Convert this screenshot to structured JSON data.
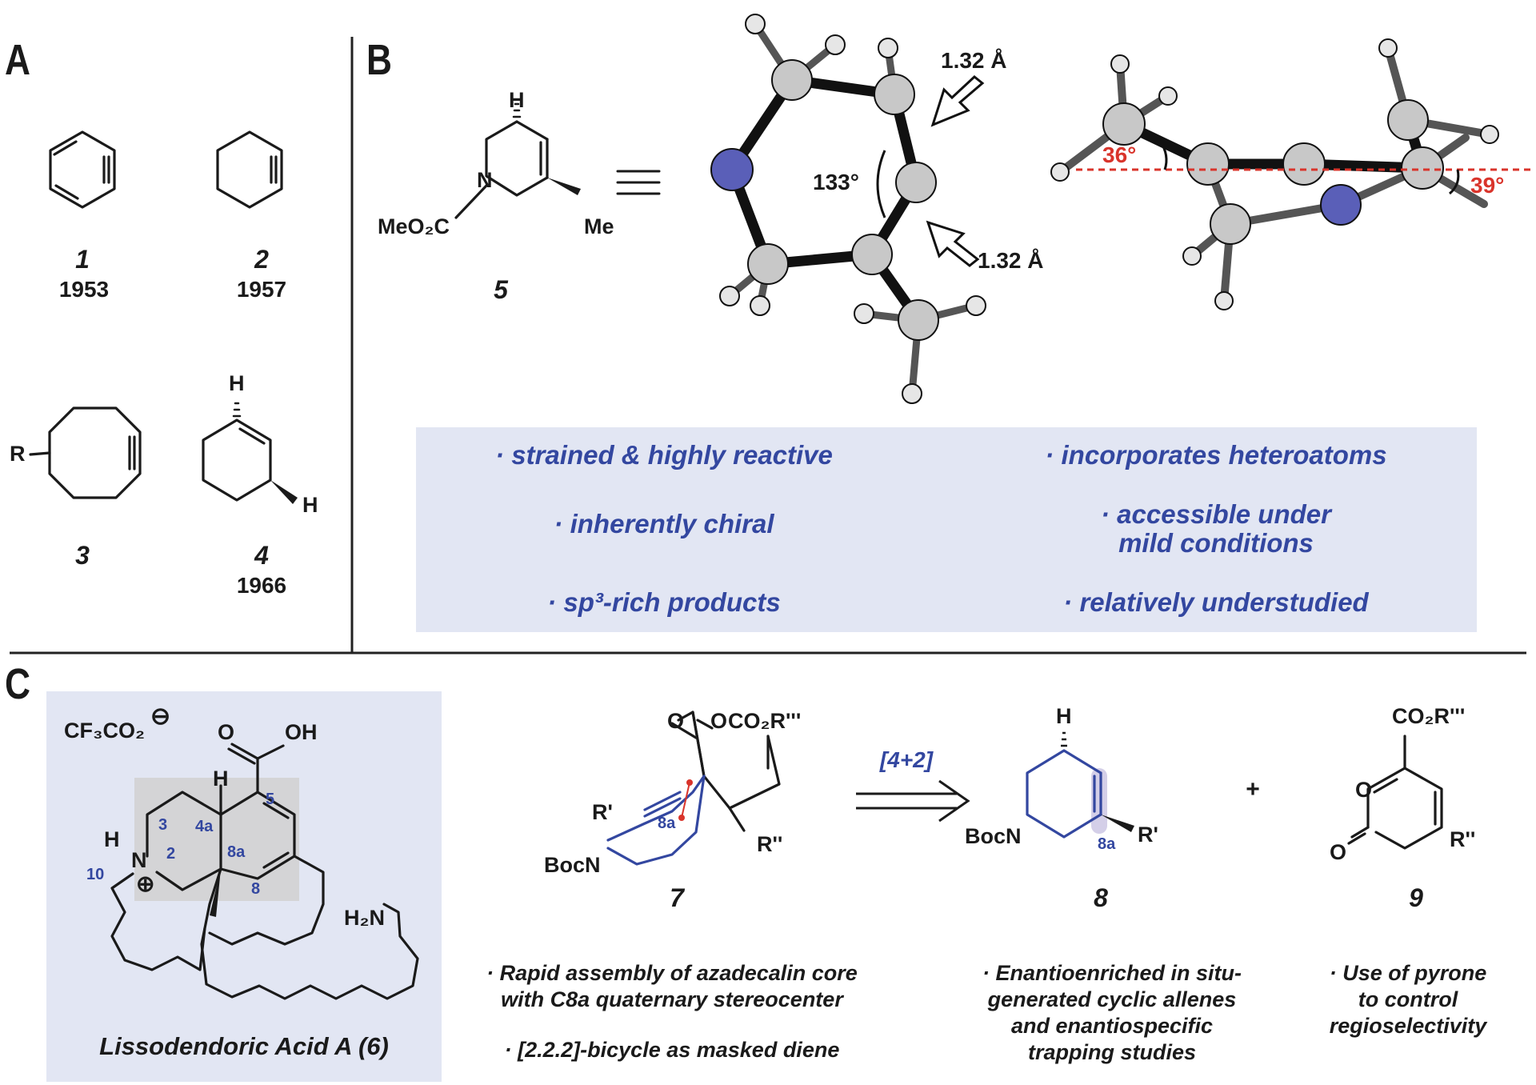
{
  "panels": {
    "a": "A",
    "b": "B",
    "c": "C"
  },
  "panel_a": {
    "compounds": [
      {
        "number": "1",
        "year": "1953"
      },
      {
        "number": "2",
        "year": "1957"
      },
      {
        "number": "3",
        "year": ""
      },
      {
        "number": "4",
        "year": "1966"
      }
    ],
    "atoms": {
      "r": "R",
      "h_top": "H",
      "h_bottom": "H"
    }
  },
  "panel_b": {
    "compound_number": "5",
    "atoms": {
      "h": "H",
      "n": "N",
      "ester": "MeO₂C",
      "me": "Me"
    },
    "equiv_symbol": "≡",
    "bond_length_top": "1.32 Å",
    "bond_length_bottom": "1.32 Å",
    "angle": "133°",
    "dihedral_left": "36°",
    "dihedral_right": "39°",
    "features": [
      "· strained & highly reactive",
      "· incorporates heteroatoms",
      "· inherently chiral",
      "· accessible under",
      "mild conditions",
      "· sp³-rich products",
      "· relatively understudied"
    ]
  },
  "panel_c": {
    "natural_product": "Lissodendoric Acid A (6)",
    "counterion": "CF₃CO₂",
    "charge_minus": "⊖",
    "charge_plus": "⊕",
    "atoms": {
      "o": "O",
      "oh": "OH",
      "h_n": "H",
      "n": "N",
      "h": "H",
      "h2n": "H₂N"
    },
    "locants": [
      "5",
      "3",
      "4a",
      "2",
      "8a",
      "10",
      "8"
    ],
    "compound7": {
      "number": "7",
      "boc": "BocN",
      "r1": "R'",
      "r2": "R''",
      "ester": "CO₂R'''",
      "o1": "O",
      "o2": "O",
      "locant": "8a"
    },
    "arrow_label": "[4+2]",
    "compound8": {
      "number": "8",
      "h": "H",
      "boc": "BocN",
      "r": "R'",
      "locant": "8a"
    },
    "plus": "+",
    "compound9": {
      "number": "9",
      "ester": "CO₂R'''",
      "o_ring": "O",
      "o_carbonyl": "O",
      "r": "R''"
    },
    "bullets": [
      "· Rapid assembly of azadecalin core",
      "with C8a quaternary stereocenter",
      "· [2.2.2]-bicycle as masked diene",
      "· Enantioenriched in situ-",
      "generated cyclic allenes",
      "and enantiospecific",
      "trapping studies",
      "· Use of pyrone",
      "to control",
      "regioselectivity"
    ]
  }
}
